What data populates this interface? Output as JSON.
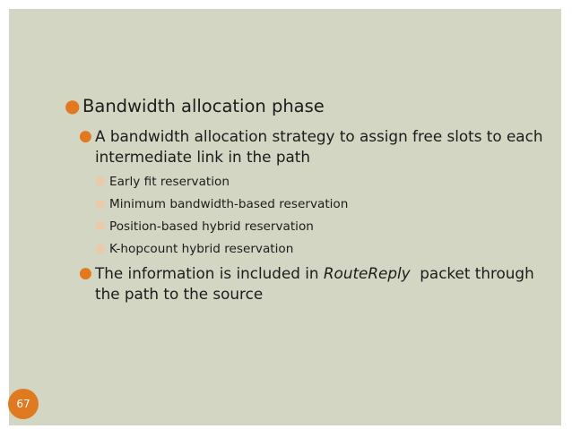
{
  "slide": {
    "page_number": "67",
    "bullets": {
      "level1": "Bandwidth allocation phase",
      "level2_a": "A bandwidth allocation strategy to assign free slots to each intermediate link in the path",
      "level3": [
        "Early fit reservation",
        "Minimum bandwidth-based reservation",
        "Position-based hybrid reservation",
        "K-hopcount hybrid reservation"
      ],
      "level2_b_prefix": "The information is included in ",
      "level2_b_emphasis": "RouteReply",
      "level2_b_suffix": "  packet through the path to the source"
    },
    "colors": {
      "background": "#d3d6c2",
      "accent": "#e07a20",
      "subbullet": "#ecc9a8"
    }
  }
}
